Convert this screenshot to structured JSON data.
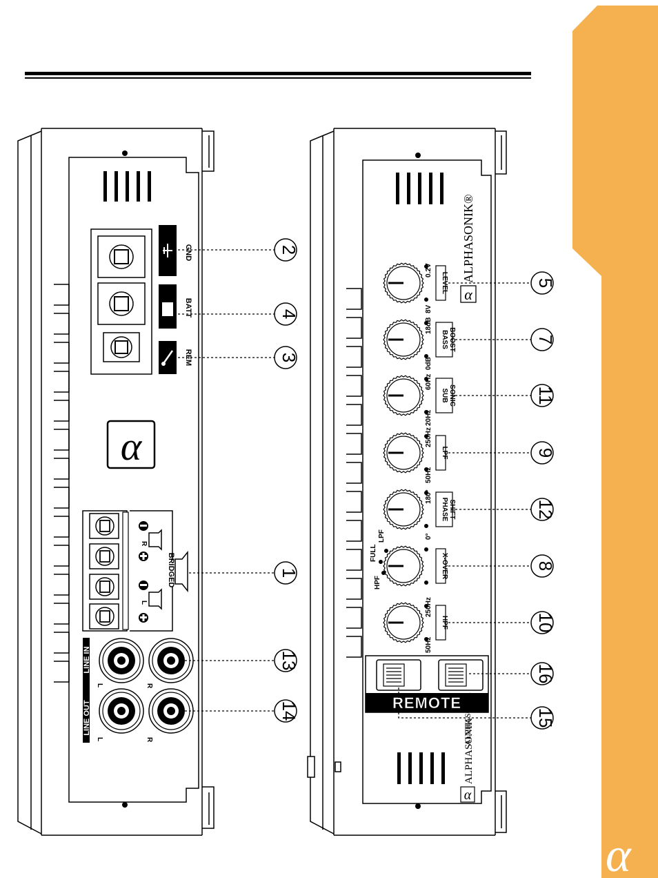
{
  "accent_color": "#F5B04F",
  "brand_symbol": "α",
  "brand_name": "ALPHASONIK",
  "brand_name_reg": "ALPHASONIK®",
  "left_panel": {
    "power_labels": [
      "GND",
      "BATT",
      "REM"
    ],
    "bridged_label": "BRIDGED",
    "line_out_label": "LINE OUT",
    "line_in_label": "LINE IN",
    "channel_left": "L",
    "channel_right": "R"
  },
  "right_panel": {
    "knobs": [
      {
        "name": "level",
        "label_top": "LEVEL",
        "label_bottom": "",
        "min": "8V",
        "max": "0.2V"
      },
      {
        "name": "bass-boost",
        "label_top": "BASS",
        "label_bottom": "BOOST",
        "min": "0dB",
        "max": "18dB"
      },
      {
        "name": "subsonic",
        "label_top": "SUB",
        "label_bottom": "SONIC",
        "min": "20Hz",
        "max": "60Hz"
      },
      {
        "name": "lpf",
        "label_top": "LPF",
        "label_bottom": "",
        "min": "50Hz",
        "max": "250Hz"
      },
      {
        "name": "phase-shift",
        "label_top": "PHASE",
        "label_bottom": "SHIFT",
        "min": "0°",
        "max": "180°"
      },
      {
        "name": "x-over",
        "label_top": "X-OVER",
        "label_bottom": "",
        "min": "HPF",
        "max": "LPF",
        "mid": "FULL"
      },
      {
        "name": "hpf",
        "label_top": "HPF",
        "label_bottom": "",
        "min": "50Hz",
        "max": "250Hz"
      }
    ],
    "remote_label": "REMOTE"
  },
  "callouts": {
    "c1": "1",
    "c2": "2",
    "c3": "3",
    "c4": "4",
    "c5": "5",
    "c6": "7",
    "c7": "11",
    "c8": "9",
    "c9": "12",
    "c10": "8",
    "c11": "10",
    "c12": "16",
    "c13": "13",
    "c14": "14",
    "c15": "15"
  }
}
